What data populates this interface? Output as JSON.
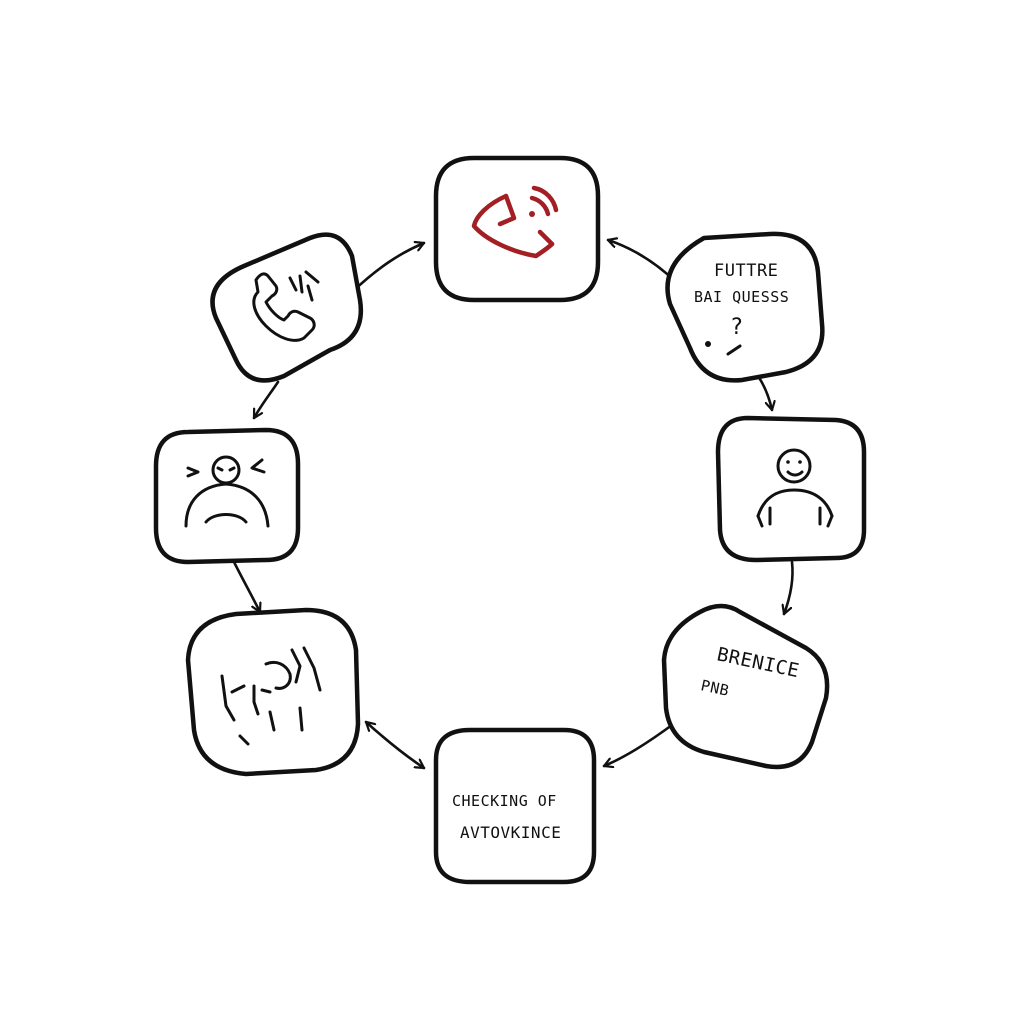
{
  "nodes": {
    "top": {
      "icon": "missed-call-phone-icon"
    },
    "upper_left": {
      "icon": "ringing-phone-icon"
    },
    "upper_right": {
      "line1": "FUTTRE",
      "line2": "BAI QUESSS",
      "mark": "?",
      "icon": "question-mark-icon"
    },
    "mid_left": {
      "icon": "frustrated-person-icon"
    },
    "mid_right": {
      "icon": "smiling-person-icon"
    },
    "lower_left": {
      "icon": "distressed-person-icon"
    },
    "lower_right": {
      "line1": "BRENICE",
      "line2": "PNB"
    },
    "bottom": {
      "line1": "CHECKING OF",
      "line2": "AVTOVKINCE"
    }
  },
  "colors": {
    "ink": "#111111",
    "accent": "#a31f24",
    "background": "#ffffff"
  }
}
